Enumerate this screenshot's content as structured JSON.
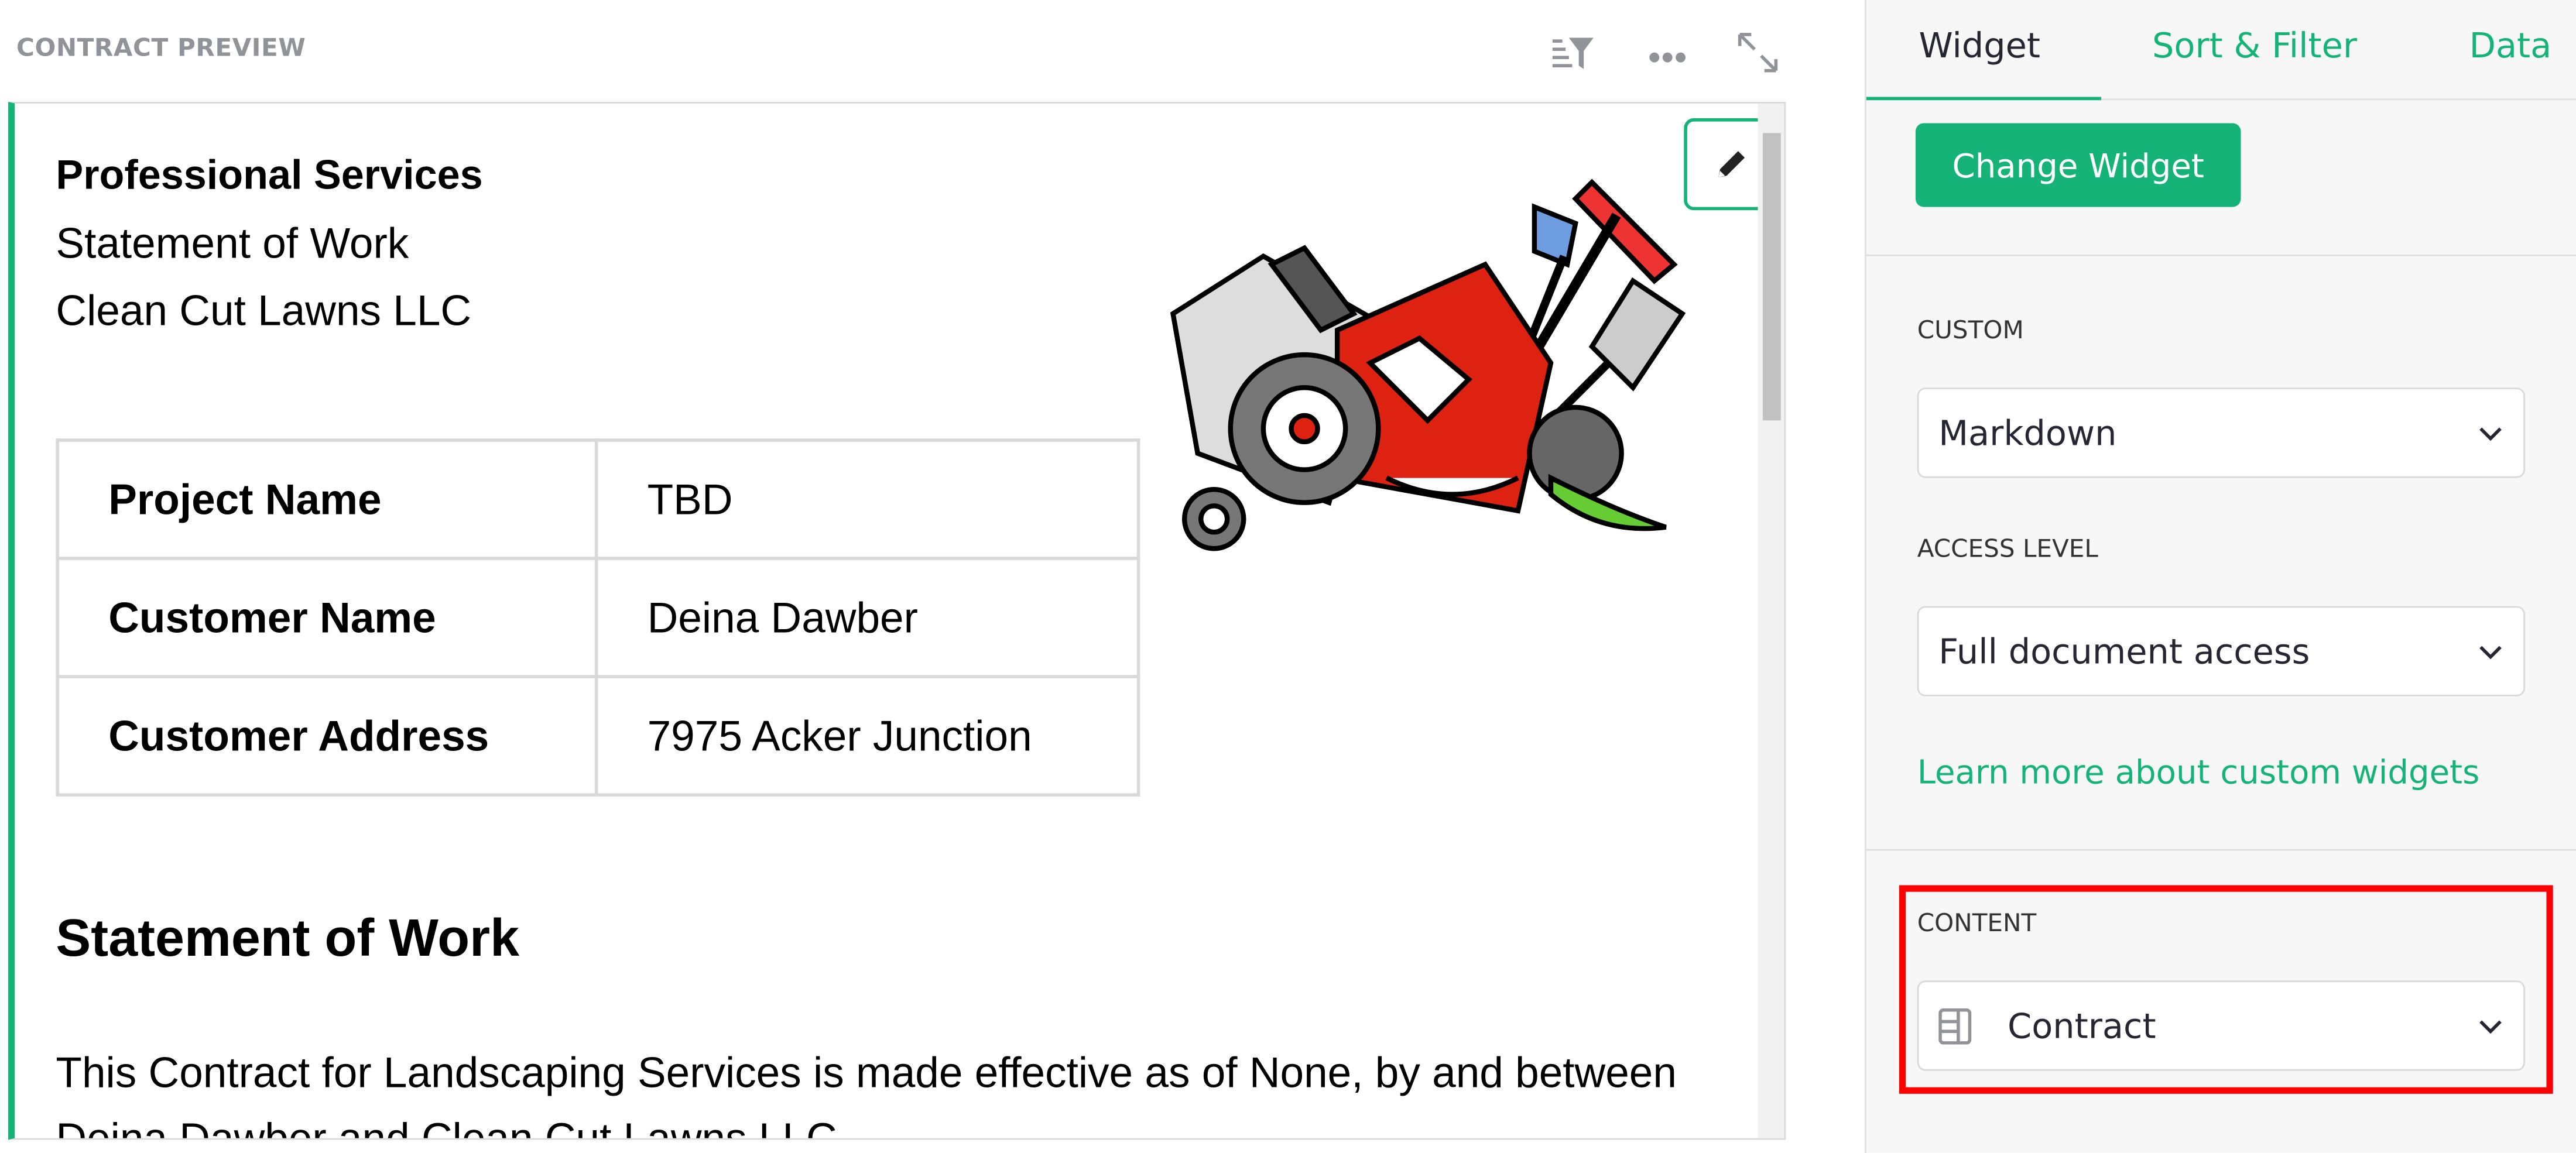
{
  "section": {
    "title": "CONTRACT PREVIEW",
    "icons": [
      "sort-filter-icon",
      "more-dots-icon",
      "expand-icon"
    ]
  },
  "document": {
    "heading": "Professional Services",
    "subtitle": "Statement of Work",
    "company": "Clean Cut Lawns LLC",
    "table": [
      {
        "label": "Project Name",
        "value": "TBD"
      },
      {
        "label": "Customer Name",
        "value": "Deina Dawber"
      },
      {
        "label": "Customer Address",
        "value": "7975 Acker Junction"
      }
    ],
    "section_heading": "Statement of Work",
    "paragraph": "This Contract for Landscaping Services is made effective as of None, by and between Deina Dawber and Clean Cut Lawns LLC."
  },
  "panel": {
    "tabs": [
      {
        "label": "Widget",
        "active": true
      },
      {
        "label": "Sort & Filter",
        "active": false
      },
      {
        "label": "Data",
        "active": false
      }
    ],
    "change_widget": "Change Widget",
    "custom_label": "CUSTOM",
    "custom_value": "Markdown",
    "access_label": "ACCESS LEVEL",
    "access_value": "Full document access",
    "learn_more": "Learn more about custom widgets",
    "content_label": "CONTENT",
    "content_value": "Contract"
  },
  "colors": {
    "accent": "#16b378",
    "highlight": "#ff0000",
    "muted": "#929299"
  }
}
